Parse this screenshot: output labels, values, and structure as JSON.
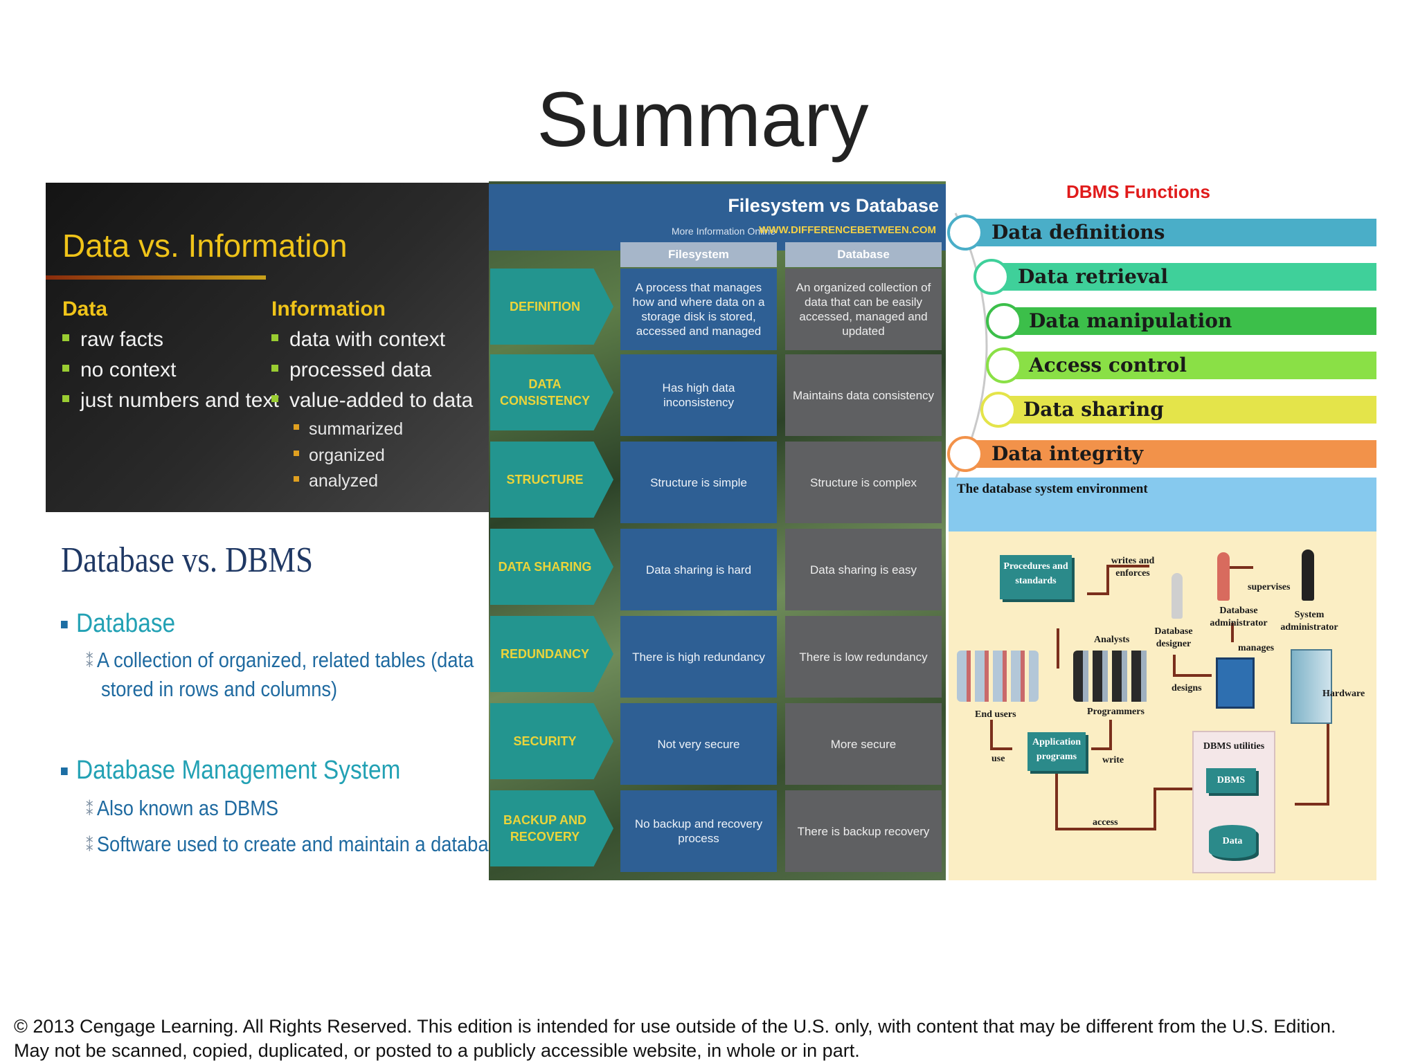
{
  "title": "Summary",
  "data_vs_information": {
    "title": "Data vs. Information",
    "data_heading": "Data",
    "data_items": [
      "raw facts",
      "no context",
      "just numbers and text"
    ],
    "info_heading": "Information",
    "info_items": [
      "data with context",
      "processed data",
      "value-added to data"
    ],
    "info_subitems": [
      "summarized",
      "organized",
      "analyzed"
    ]
  },
  "database_vs_dbms": {
    "title": "Database vs. DBMS",
    "bullet1": "Database",
    "bullet1_sub_line1": "A collection of organized, related tables (data",
    "bullet1_sub_line2": "stored in rows and columns)",
    "bullet2": "Database Management System",
    "bullet2_sub1": "Also known as DBMS",
    "bullet2_sub2": "Software used to create and maintain a database",
    "sub_symbol": "⁑"
  },
  "filesystem_vs_database": {
    "title": "Filesystem vs Database",
    "more_info": "More Information Online",
    "url": "WWW.DIFFERENCEBETWEEN.COM",
    "col_filesystem": "Filesystem",
    "col_database": "Database",
    "rows": [
      {
        "label": "DEFINITION",
        "filesystem": "A process that manages how and where data on a storage disk is stored, accessed and managed",
        "database": "An organized collection of data that can be easily accessed, managed and updated"
      },
      {
        "label": "DATA CONSISTENCY",
        "filesystem": "Has high data inconsistency",
        "database": "Maintains data consistency"
      },
      {
        "label": "STRUCTURE",
        "filesystem": "Structure is simple",
        "database": "Structure is complex"
      },
      {
        "label": "DATA SHARING",
        "filesystem": "Data sharing is hard",
        "database": "Data sharing is easy"
      },
      {
        "label": "REDUNDANCY",
        "filesystem": "There is high redundancy",
        "database": "There is low redundancy"
      },
      {
        "label": "SECURITY",
        "filesystem": "Not very secure",
        "database": "More secure"
      },
      {
        "label": "BACKUP AND RECOVERY",
        "filesystem": "No backup and recovery process",
        "database": "There is backup recovery"
      }
    ]
  },
  "dbms_functions": {
    "title": "DBMS Functions",
    "items": [
      {
        "label": "Data definitions",
        "color": "#4aaec8"
      },
      {
        "label": "Data retrieval",
        "color": "#3fd09a"
      },
      {
        "label": "Data manipulation",
        "color": "#3cbf4a"
      },
      {
        "label": "Access control",
        "color": "#8ae046"
      },
      {
        "label": "Data sharing",
        "color": "#e4e44a"
      },
      {
        "label": "Data integrity",
        "color": "#f2924a"
      }
    ]
  },
  "environment": {
    "title": "The database system environment",
    "procedures": "Procedures and standards",
    "writes_enforces": "writes and enforces",
    "supervises": "supervises",
    "db_admin": "Database administrator",
    "sys_admin": "System administrator",
    "analysts": "Analysts",
    "db_designer": "Database designer",
    "manages": "manages",
    "designs": "designs",
    "hardware": "Hardware",
    "end_users": "End users",
    "programmers": "Programmers",
    "app_programs": "Application programs",
    "use": "use",
    "write": "write",
    "access": "access",
    "dbms_utilities": "DBMS utilities",
    "dbms": "DBMS",
    "data": "Data"
  },
  "footer": {
    "line1": "© 2013 Cengage Learning. All Rights Reserved. This edition is intended for use outside of the U.S. only, with content that may be different from the U.S. Edition.",
    "line2": "May not be scanned, copied, duplicated, or posted to a publicly accessible website, in whole or in part."
  }
}
